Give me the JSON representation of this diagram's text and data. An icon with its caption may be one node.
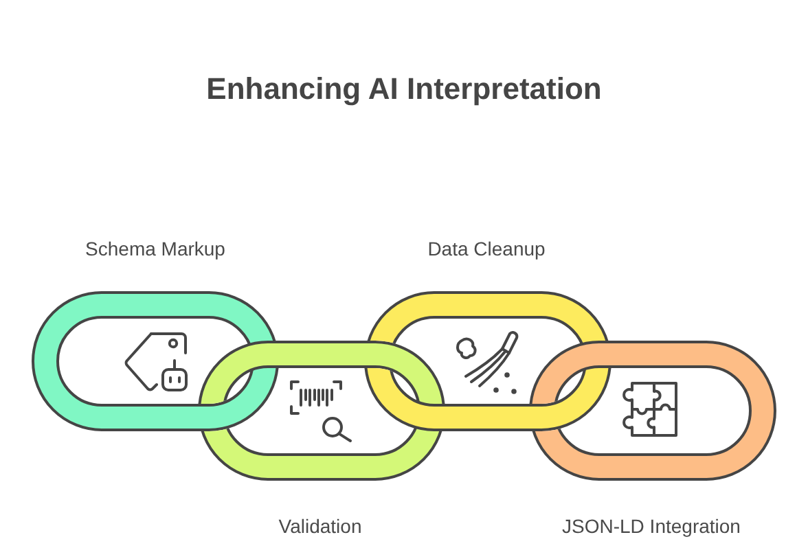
{
  "diagram": {
    "title": "Enhancing AI Interpretation",
    "nodes": [
      {
        "text": [],
        "shape": "ring",
        "beside": [
          "Schema Markup"
        ]
      },
      {
        "text": [],
        "shape": "ring",
        "beside": [
          "Validation"
        ]
      },
      {
        "text": [],
        "shape": "ring",
        "beside": [
          "Data Cleanup"
        ]
      },
      {
        "text": [],
        "shape": "ring",
        "beside": [
          "JSON-LD Integration"
        ]
      }
    ]
  }
}
